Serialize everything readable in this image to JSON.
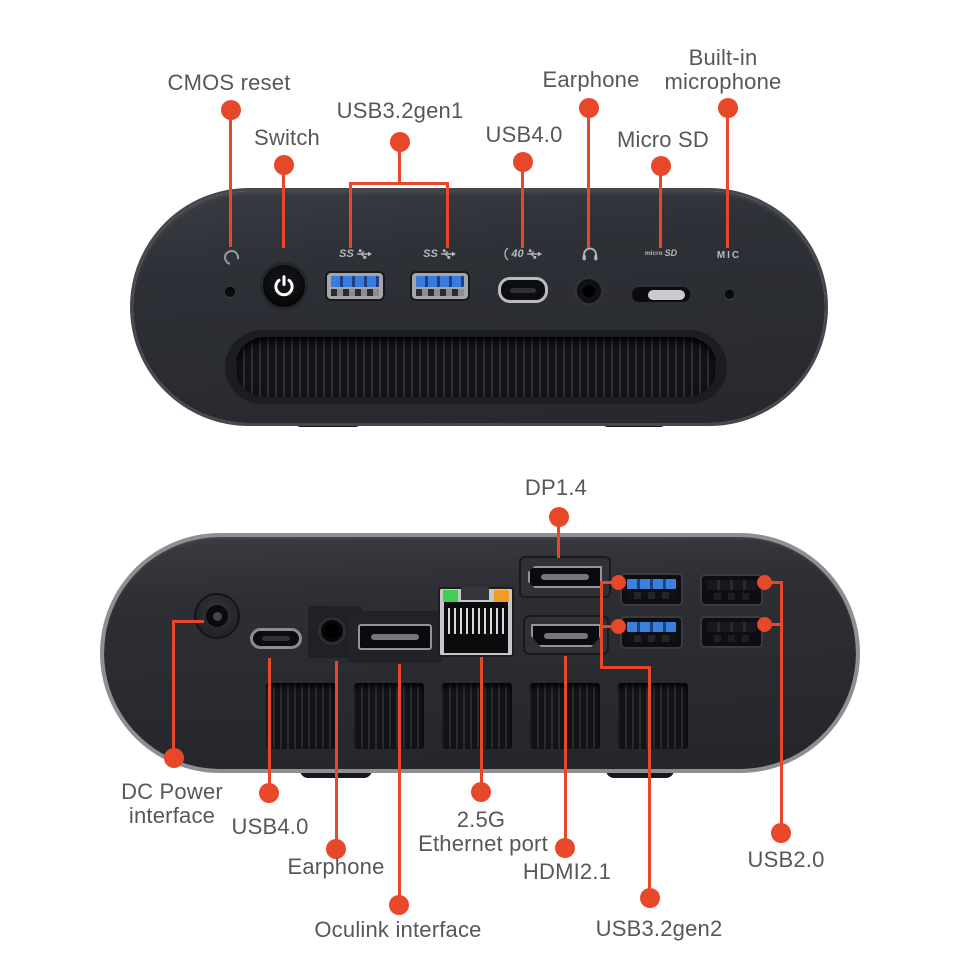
{
  "colors": {
    "accent": "#e8482a",
    "label_text": "#55575d",
    "background": "#ffffff",
    "device_body": "#2c2e34",
    "device_rim": "#8d8f93",
    "usb_blue": "#3b80dc",
    "led_green": "#3fcf52",
    "led_orange": "#f49b24"
  },
  "front": {
    "callouts": {
      "cmos_reset": "CMOS reset",
      "switch": "Switch",
      "usb32gen1": "USB3.2gen1",
      "usb4": "USB4.0",
      "earphone": "Earphone",
      "micro_sd": "Micro SD",
      "builtin_mic_1": "Built-in",
      "builtin_mic_2": "microphone"
    },
    "markings": {
      "ss1": "SS",
      "ss2": "SS",
      "usb4_speed": "40",
      "mic": "MIC",
      "microsd_1": "micro",
      "microsd_2": "SD"
    }
  },
  "rear": {
    "callouts": {
      "dp14": "DP1.4",
      "dc_power_1": "DC Power",
      "dc_power_2": "interface",
      "usb4": "USB4.0",
      "earphone": "Earphone",
      "oculink": "Oculink interface",
      "ethernet_1": "2.5G",
      "ethernet_2": "Ethernet port",
      "hdmi21": "HDMI2.1",
      "usb32gen2": "USB3.2gen2",
      "usb20": "USB2.0"
    }
  }
}
